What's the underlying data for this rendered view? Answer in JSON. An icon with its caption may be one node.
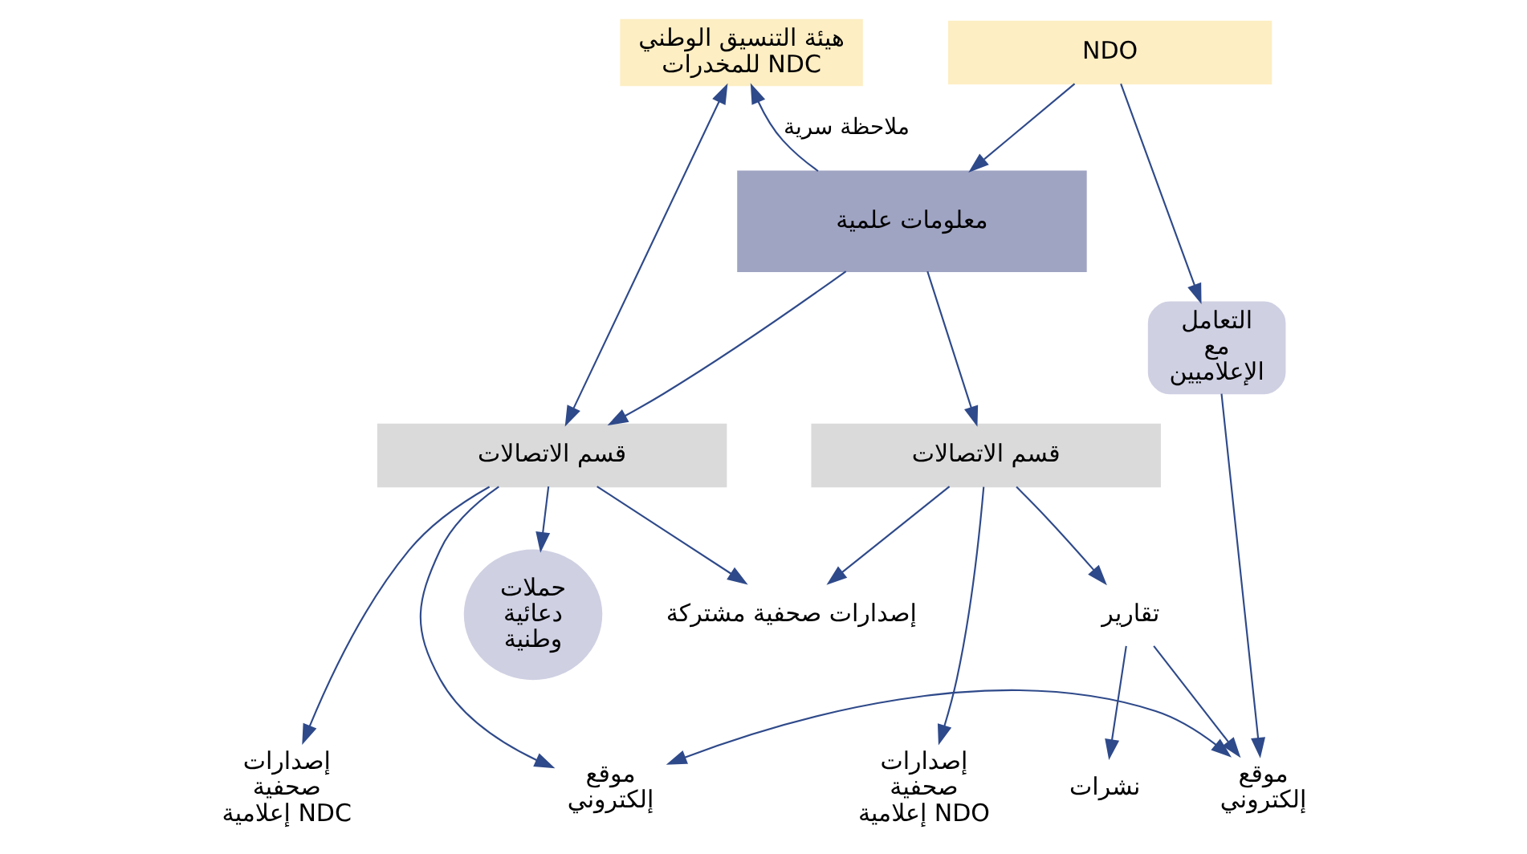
{
  "diagram": {
    "nodes": [
      {
        "text": [
          "هيئة التنسيق الوطني للمخدرات NDC"
        ]
      },
      {
        "text": [
          "NDO"
        ]
      },
      {
        "text": [
          "معلومات علمية"
        ]
      },
      {
        "text": [
          "قسم الاتصالات"
        ]
      },
      {
        "text": [
          "قسم الاتصالات"
        ]
      },
      {
        "text": [
          "التعامل مع الإعلاميين"
        ]
      },
      {
        "text": [
          "إصدارات صحفية إعلامية NDC"
        ]
      },
      {
        "text": [
          "موقع إلكتروني"
        ]
      },
      {
        "text": [
          "حملات دعائية وطنية"
        ]
      },
      {
        "text": [
          "إصدارات صحفية إعلامية NDO"
        ]
      },
      {
        "text": [
          "تقارير"
        ]
      },
      {
        "text": [
          "نشرات"
        ]
      },
      {
        "text": [
          "موقع إلكتروني"
        ]
      },
      {
        "text": [
          "إصدارات صحفية مشتركة"
        ]
      }
    ],
    "edges": [
      {
        "from": 1,
        "to": 2,
        "arrow": "to"
      },
      {
        "from": 2,
        "to": 0,
        "arrow": "to",
        "label": "ملاحظة سرية"
      },
      {
        "from": 0,
        "to": 3,
        "arrow": "both"
      },
      {
        "from": 2,
        "to": 3,
        "arrow": "to"
      },
      {
        "from": 2,
        "to": 4,
        "arrow": "to"
      },
      {
        "from": 1,
        "to": 5,
        "arrow": "to"
      },
      {
        "from": 3,
        "to": 6,
        "arrow": "to"
      },
      {
        "from": 3,
        "to": 7,
        "arrow": "to"
      },
      {
        "from": 3,
        "to": 8,
        "arrow": "to"
      },
      {
        "from": 3,
        "to": 13,
        "arrow": "to"
      },
      {
        "from": 4,
        "to": 13,
        "arrow": "to"
      },
      {
        "from": 7,
        "to": 12,
        "arrow": "both"
      },
      {
        "from": 4,
        "to": 9,
        "arrow": "to"
      },
      {
        "from": 4,
        "to": 10,
        "arrow": "to"
      },
      {
        "from": 10,
        "to": 11,
        "arrow": "to"
      },
      {
        "from": 10,
        "to": 12,
        "arrow": "to"
      },
      {
        "from": 5,
        "to": 12,
        "arrow": "to"
      }
    ]
  }
}
